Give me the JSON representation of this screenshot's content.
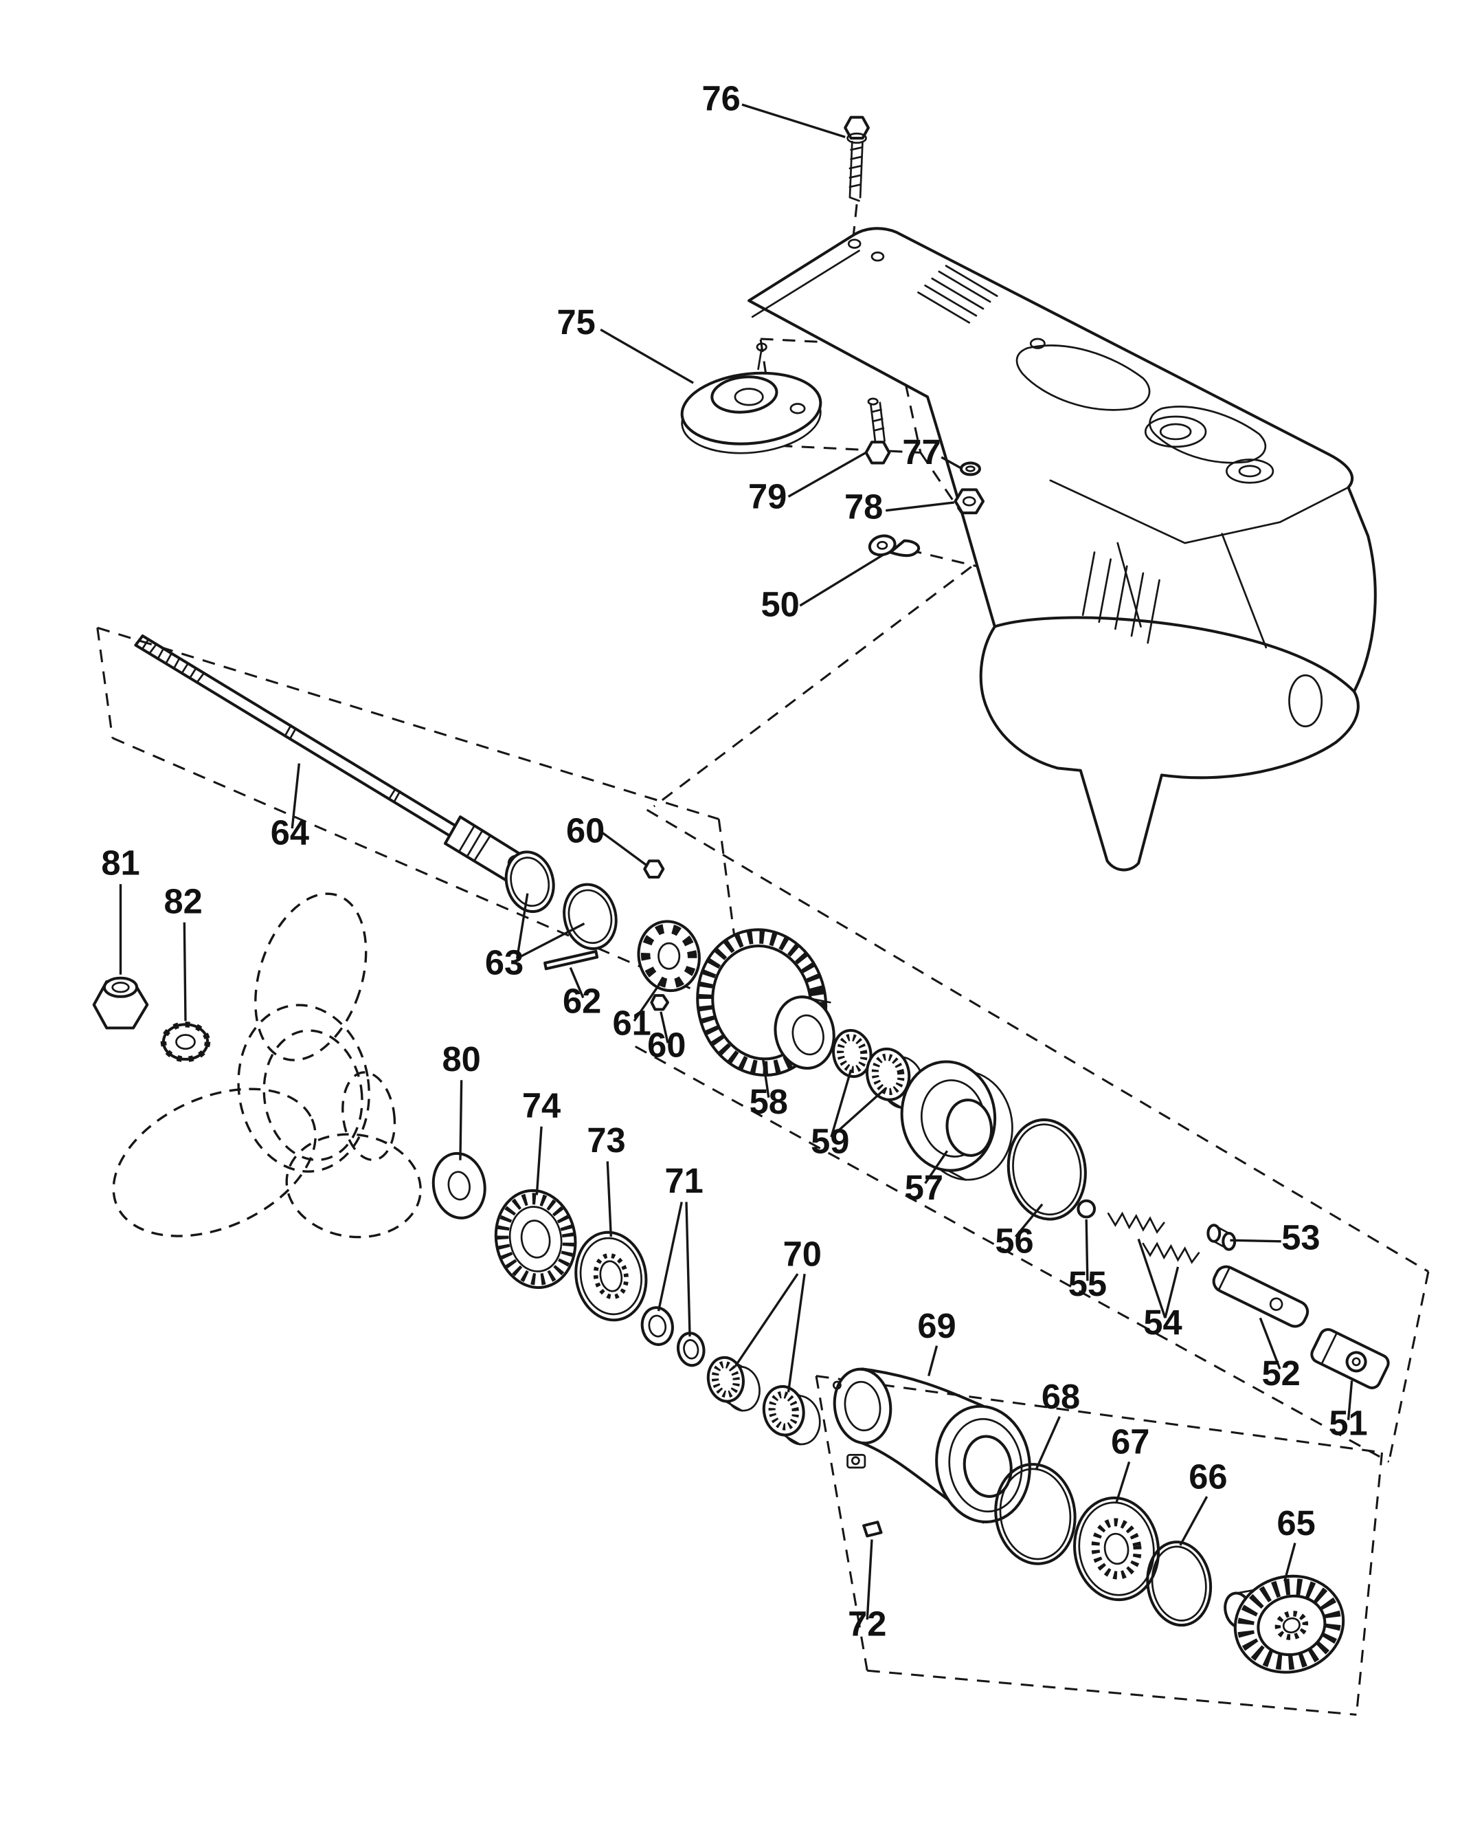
{
  "page": {
    "background": "#ffffff",
    "ink": "#161616",
    "label_color": "#111111"
  },
  "callouts": {
    "c50": "50",
    "c51": "51",
    "c52": "52",
    "c53": "53",
    "c54": "54",
    "c55": "55",
    "c56": "56",
    "c57": "57",
    "c58": "58",
    "c59": "59",
    "c60a": "60",
    "c60b": "60",
    "c61": "61",
    "c62": "62",
    "c63": "63",
    "c64": "64",
    "c65": "65",
    "c66": "66",
    "c67": "67",
    "c68": "68",
    "c69": "69",
    "c70": "70",
    "c71": "71",
    "c72": "72",
    "c73": "73",
    "c74": "74",
    "c75": "75",
    "c76": "76",
    "c77": "77",
    "c78": "78",
    "c79": "79",
    "c80": "80",
    "c81": "81",
    "c82": "82"
  }
}
